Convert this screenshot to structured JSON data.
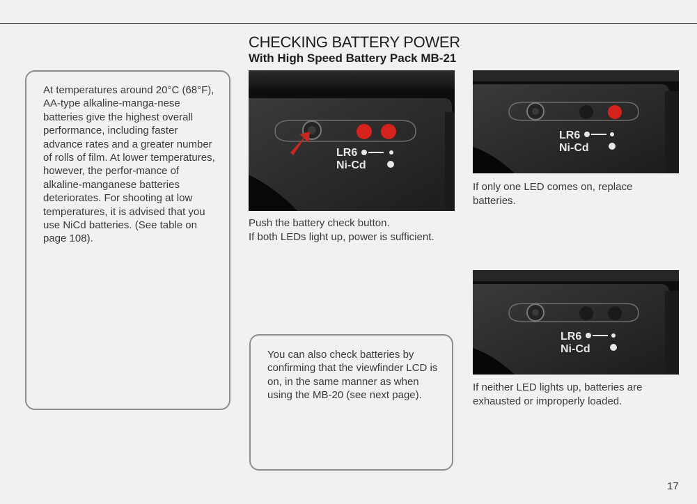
{
  "header": {
    "title": "CHECKING BATTERY POWER",
    "subtitle": "With High Speed Battery Pack MB-21"
  },
  "notes": {
    "left": "At temperatures around 20°C (68°F), AA-type alkaline-manga-nese batteries give the highest overall performance, including faster advance rates and a greater number of rolls of film. At lower temperatures, however, the perfor-mance of alkaline-manganese batteries deteriorates. For shooting at low temperatures, it is advised that you use NiCd batteries. (See table on page 108).",
    "center": "You can also check batteries by confirming that the viewfinder LCD is on, in the same manner as when using the MB-20 (see next page)."
  },
  "photos": {
    "label_lr6": "LR6",
    "label_nicd": "Ni-Cd",
    "colors": {
      "led_on": "#d5221c",
      "led_off": "#1a1a1a",
      "body": "#2a2a2a",
      "arrow": "#c8261e"
    }
  },
  "captions": {
    "both": {
      "line1": "Push the battery check button.",
      "line2": "If both LEDs light up, power is sufficient."
    },
    "one": {
      "line1": "If only one LED comes on, replace",
      "line2": "batteries."
    },
    "none": {
      "line1": "If neither LED lights up, batteries are",
      "line2": "exhausted or improperly loaded."
    }
  },
  "page_number": "17"
}
